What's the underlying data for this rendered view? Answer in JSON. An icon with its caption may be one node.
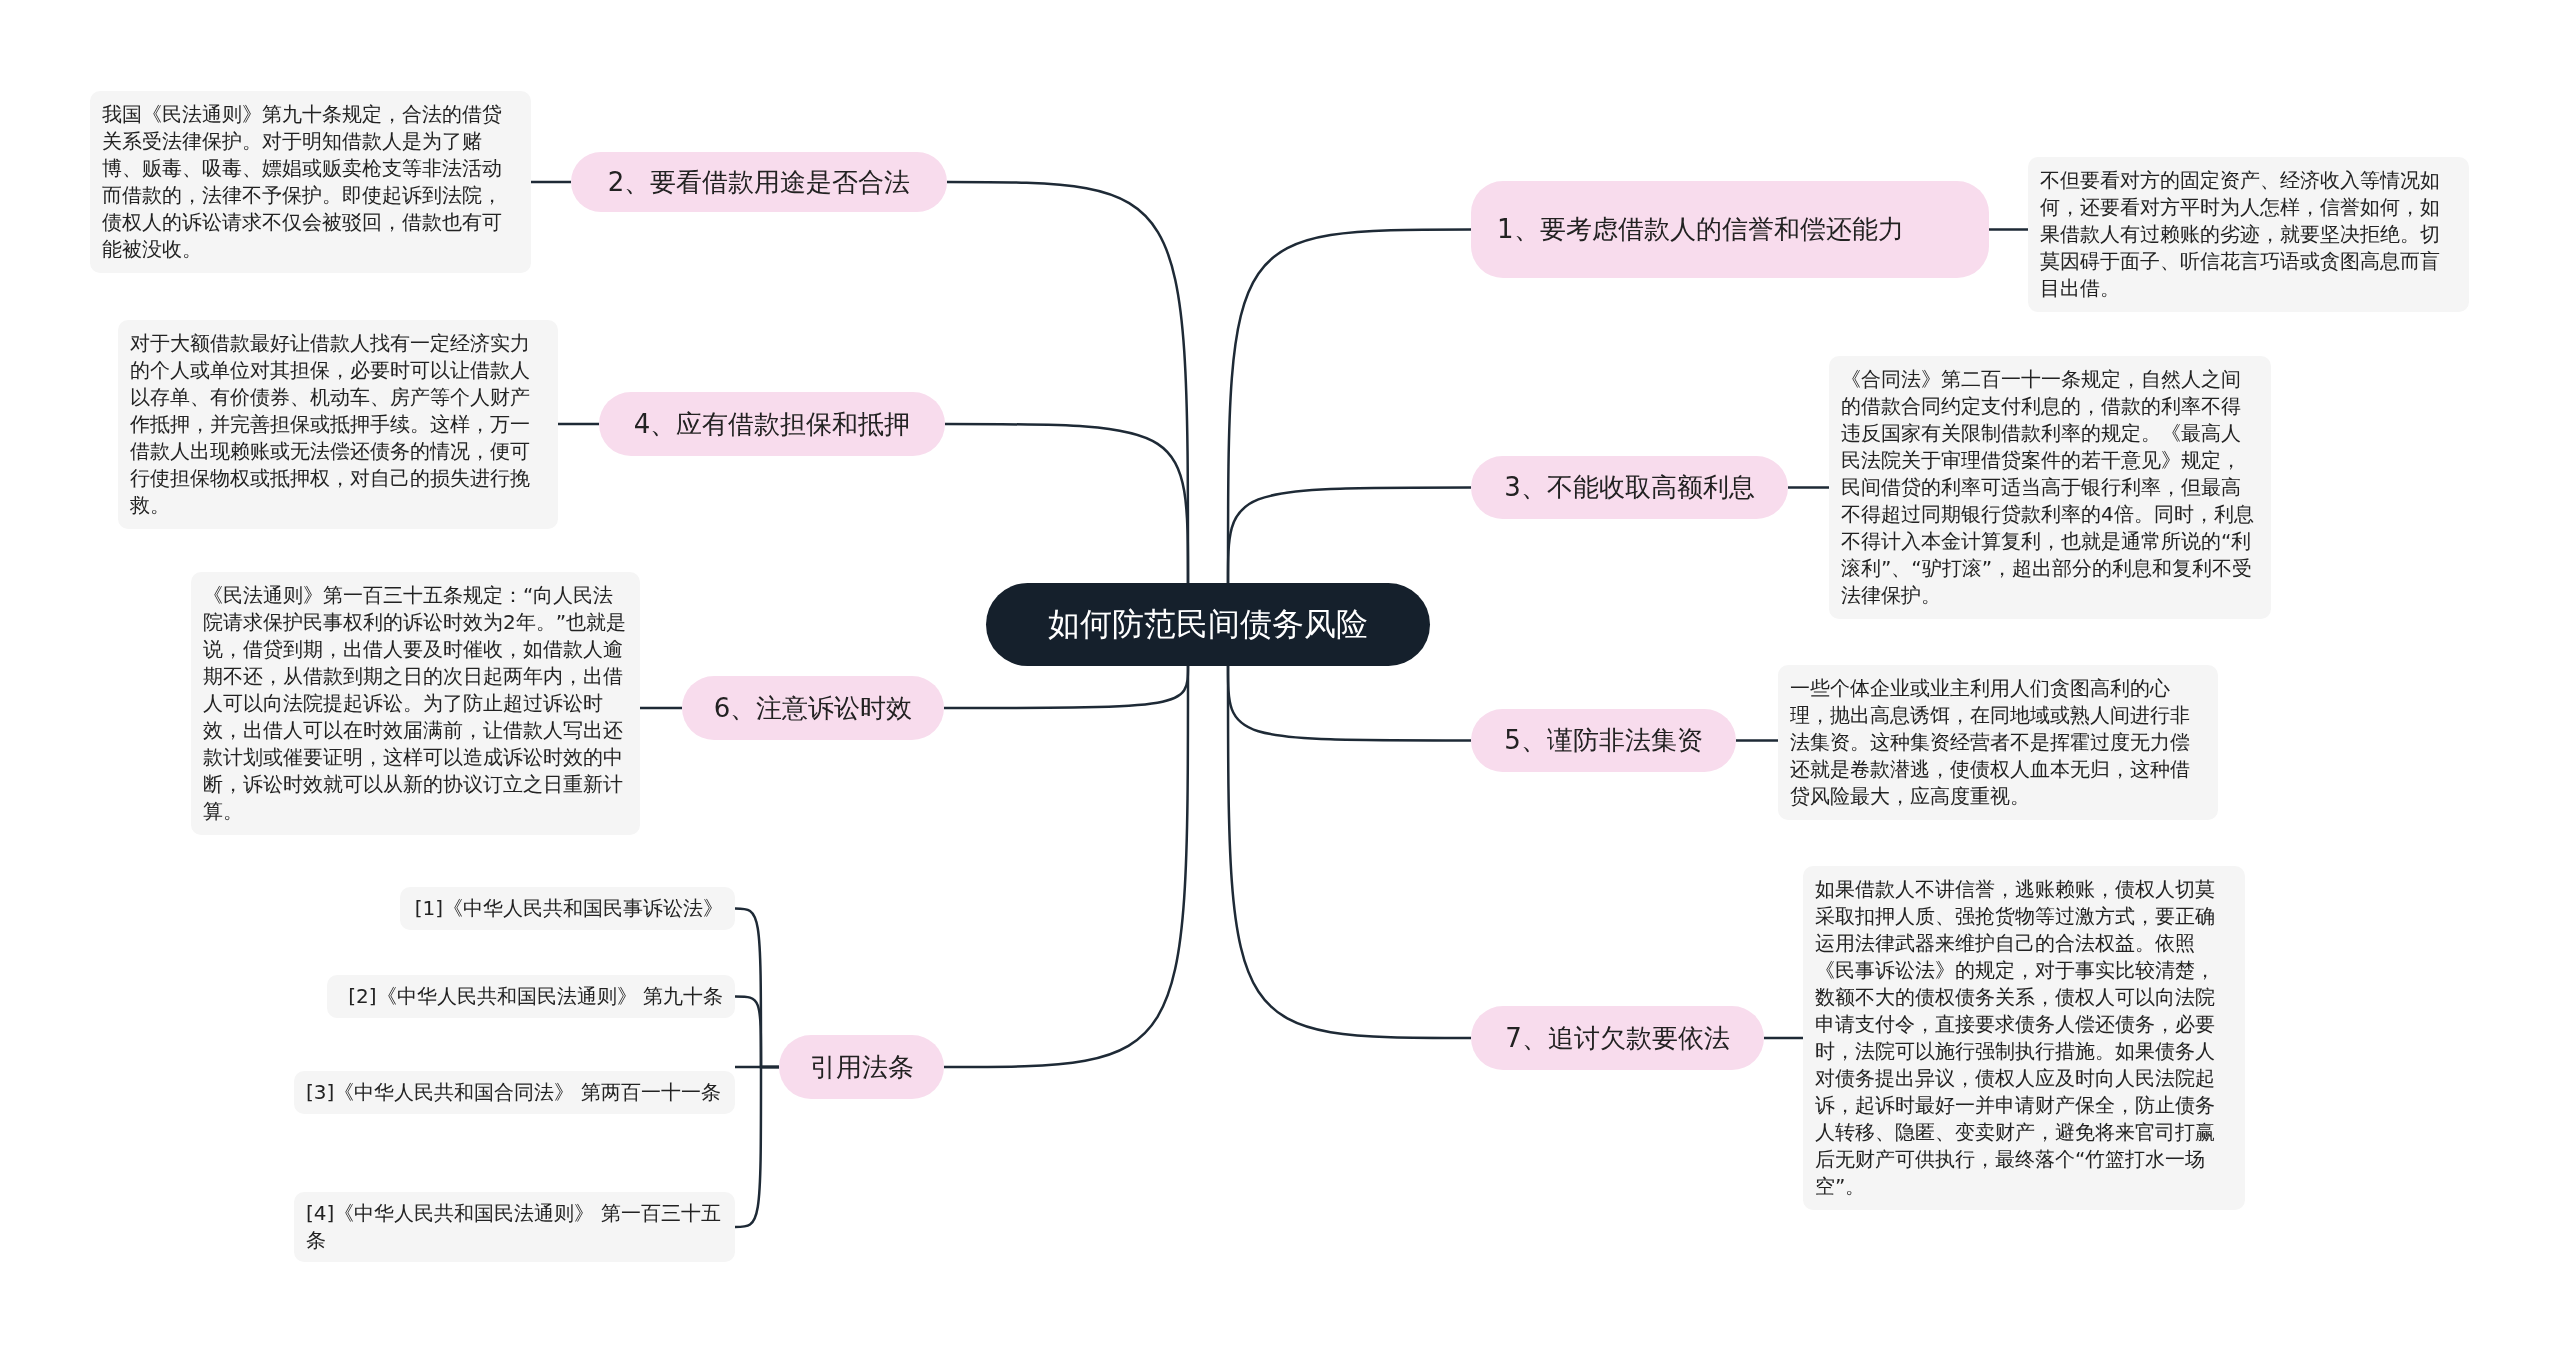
{
  "diagram": {
    "nodes": [
      {
        "text": [
          "如何防范民间债务风险"
        ]
      },
      {
        "text": [
          "1、要考虑借款人的信誉和偿还能力"
        ]
      },
      {
        "text": [
          "不但要看对方的固定资产、经济收入等情况如何，还要看对方平时为人怎样，信誉如何，如果借款人有过赖账的劣迹，就要坚决拒绝。切莫因碍于面子、听信花言巧语或贪图高息而盲目出借。"
        ]
      },
      {
        "text": [
          "2、要看借款用途是否合法"
        ]
      },
      {
        "text": [
          "我国《民法通则》第九十条规定，合法的借贷关系受法律保护。对于明知借款人是为了赌博、贩毒、吸毒、嫖娼或贩卖枪支等非法活动而借款的，法律不予保护。即使起诉到法院，债权人的诉讼请求不仅会被驳回，借款也有可能被没收。"
        ]
      },
      {
        "text": [
          "3、不能收取高额利息"
        ]
      },
      {
        "text": [
          "《合同法》第二百一十一条规定，自然人之间的借款合同约定支付利息的，借款的利率不得违反国家有关限制借款利率的规定。《最高人民法院关于审理借贷案件的若干意见》规定，民间借贷的利率可适当高于银行利率，但最高不得超过同期银行贷款利率的4倍。同时，利息不得计入本金计算复利，也就是通常所说的“利滚利”、“驴打滚”，超出部分的利息和复利不受法律保护。"
        ]
      },
      {
        "text": [
          "4、应有借款担保和抵押"
        ]
      },
      {
        "text": [
          "对于大额借款最好让借款人找有一定经济实力的个人或单位对其担保，必要时可以让借款人以存单、有价债券、机动车、房产等个人财产作抵押，并完善担保或抵押手续。这样，万一借款人出现赖账或无法偿还债务的情况，便可行使担保物权或抵押权，对自己的损失进行挽救。"
        ]
      },
      {
        "text": [
          "5、谨防非法集资"
        ]
      },
      {
        "text": [
          "一些个体企业或业主利用人们贪图高利的心理，抛出高息诱饵，在同地域或熟人间进行非法集资。这种集资经营者不是挥霍过度无力偿还就是卷款潜逃，使债权人血本无归，这种借贷风险最大，应高度重视。"
        ]
      },
      {
        "text": [
          "6、注意诉讼时效"
        ]
      },
      {
        "text": [
          "《民法通则》第一百三十五条规定：“向人民法院请求保护民事权利的诉讼时效为2年。”也就是说，借贷到期，出借人要及时催收，如借款人逾期不还，从借款到期之日的次日起两年内，出借人可以向法院提起诉讼。为了防止超过诉讼时效，出借人可以在时效届满前，让借款人写出还款计划或催要证明，这样可以造成诉讼时效的中断，诉讼时效就可以从新的协议订立之日重新计算。"
        ]
      },
      {
        "text": [
          "7、追讨欠款要依法"
        ]
      },
      {
        "text": [
          "如果借款人不讲信誉，逃账赖账，债权人切莫采取扣押人质、强抢货物等过激方式，要正确运用法律武器来维护自己的合法权益。依照《民事诉讼法》的规定，对于事实比较清楚，数额不大的债权债务关系，债权人可以向法院申请支付令，直接要求债务人偿还债务，必要时，法院可以施行强制执行措施。如果债务人对债务提出异议，债权人应及时向人民法院起诉，起诉时最好一并申请财产保全，防止债务人转移、隐匿、变卖财产，避免将来官司打赢后无财产可供执行，最终落个“竹篮打水一场空”。"
        ]
      },
      {
        "text": [
          "引用法条"
        ]
      },
      {
        "text": [
          "[1]《中华人民共和国民事诉讼法》"
        ]
      },
      {
        "text": [
          "[2]《中华人民共和国民法通则》 第九十条"
        ]
      },
      {
        "text": [
          "[3]《中华人民共和国合同法》 第两百一十一条"
        ]
      },
      {
        "text": [
          "[4]《中华人民共和国民法通则》 第一百三十五条"
        ]
      }
    ],
    "edges": [
      {
        "from": 0,
        "to": 1,
        "arrow": "none"
      },
      {
        "from": 1,
        "to": 2,
        "arrow": "none"
      },
      {
        "from": 0,
        "to": 3,
        "arrow": "none"
      },
      {
        "from": 3,
        "to": 4,
        "arrow": "none"
      },
      {
        "from": 0,
        "to": 5,
        "arrow": "none"
      },
      {
        "from": 5,
        "to": 6,
        "arrow": "none"
      },
      {
        "from": 0,
        "to": 7,
        "arrow": "none"
      },
      {
        "from": 7,
        "to": 8,
        "arrow": "none"
      },
      {
        "from": 0,
        "to": 9,
        "arrow": "none"
      },
      {
        "from": 9,
        "to": 10,
        "arrow": "none"
      },
      {
        "from": 0,
        "to": 11,
        "arrow": "none"
      },
      {
        "from": 11,
        "to": 12,
        "arrow": "none"
      },
      {
        "from": 0,
        "to": 13,
        "arrow": "none"
      },
      {
        "from": 13,
        "to": 14,
        "arrow": "none"
      },
      {
        "from": 0,
        "to": 15,
        "arrow": "none"
      },
      {
        "from": 15,
        "to": 16,
        "arrow": "none"
      },
      {
        "from": 15,
        "to": 17,
        "arrow": "none"
      },
      {
        "from": 15,
        "to": 18,
        "arrow": "none"
      },
      {
        "from": 15,
        "to": 19,
        "arrow": "none"
      }
    ]
  }
}
